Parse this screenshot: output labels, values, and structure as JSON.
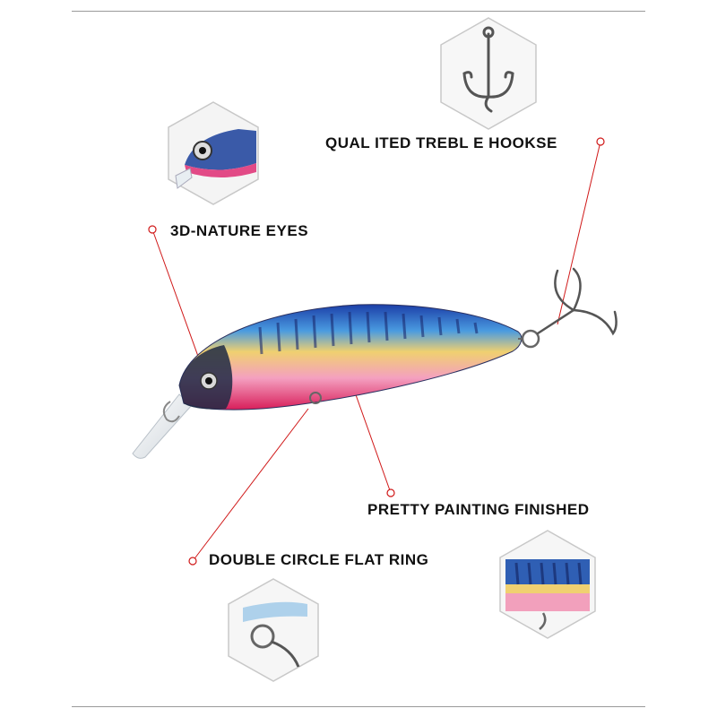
{
  "labels": {
    "hooks": "QUAL ITED TREBL E HOOKSE",
    "eyes": "3D-NATURE EYES",
    "painting": "PRETTY PAINTING FINISHED",
    "ring": "DOUBLE CIRCLE FLAT RING"
  },
  "colors": {
    "line": "#d01818",
    "label": "#111111",
    "rule": "#9a9a9a",
    "body_blue": "#2050b8",
    "body_pink": "#e03a78",
    "body_gold": "#e8c85a"
  },
  "icons": {
    "hooks_detail": "treble-hook-detail",
    "eyes_detail": "lure-eye-detail",
    "ring_detail": "split-ring-detail",
    "painting_detail": "lure-finish-detail"
  }
}
